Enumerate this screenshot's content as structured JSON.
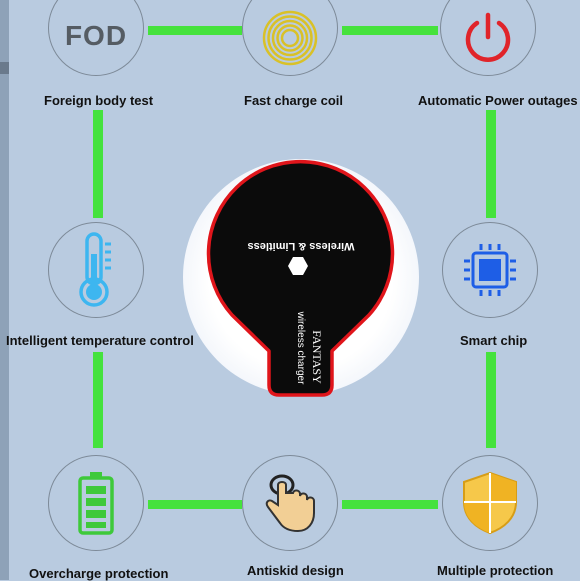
{
  "features": [
    {
      "id": "fod",
      "label": "Foreign body test",
      "icon": "fod-icon",
      "icon_text": "FOD"
    },
    {
      "id": "coil",
      "label": "Fast charge coil",
      "icon": "coil-icon"
    },
    {
      "id": "power",
      "label": "Automatic Power outages",
      "icon": "power-icon"
    },
    {
      "id": "temp",
      "label": "Intelligent temperature control",
      "icon": "thermometer-icon"
    },
    {
      "id": "chip",
      "label": "Smart chip",
      "icon": "chip-icon"
    },
    {
      "id": "battery",
      "label": "Overcharge protection",
      "icon": "battery-icon"
    },
    {
      "id": "touch",
      "label": "Antiskid design",
      "icon": "touch-icon"
    },
    {
      "id": "shield",
      "label": "Multiple protection",
      "icon": "shield-icon"
    }
  ],
  "charger": {
    "brand": "FANTASY",
    "subtitle": "wireless charger",
    "tagline": "Wireless & Limitless"
  },
  "colors": {
    "background": "#b9cbe0",
    "connector": "#45e23d",
    "charger_face": "#0b0b0b",
    "charger_rim": "#e0151b",
    "power_icon": "#e0242a",
    "coil_icon": "#d9c127",
    "thermometer_icon": "#3db6f0",
    "chip_icon": "#1e5ee6",
    "battery_icon": "#3ec93a",
    "shield_icon": "#f0b323"
  }
}
